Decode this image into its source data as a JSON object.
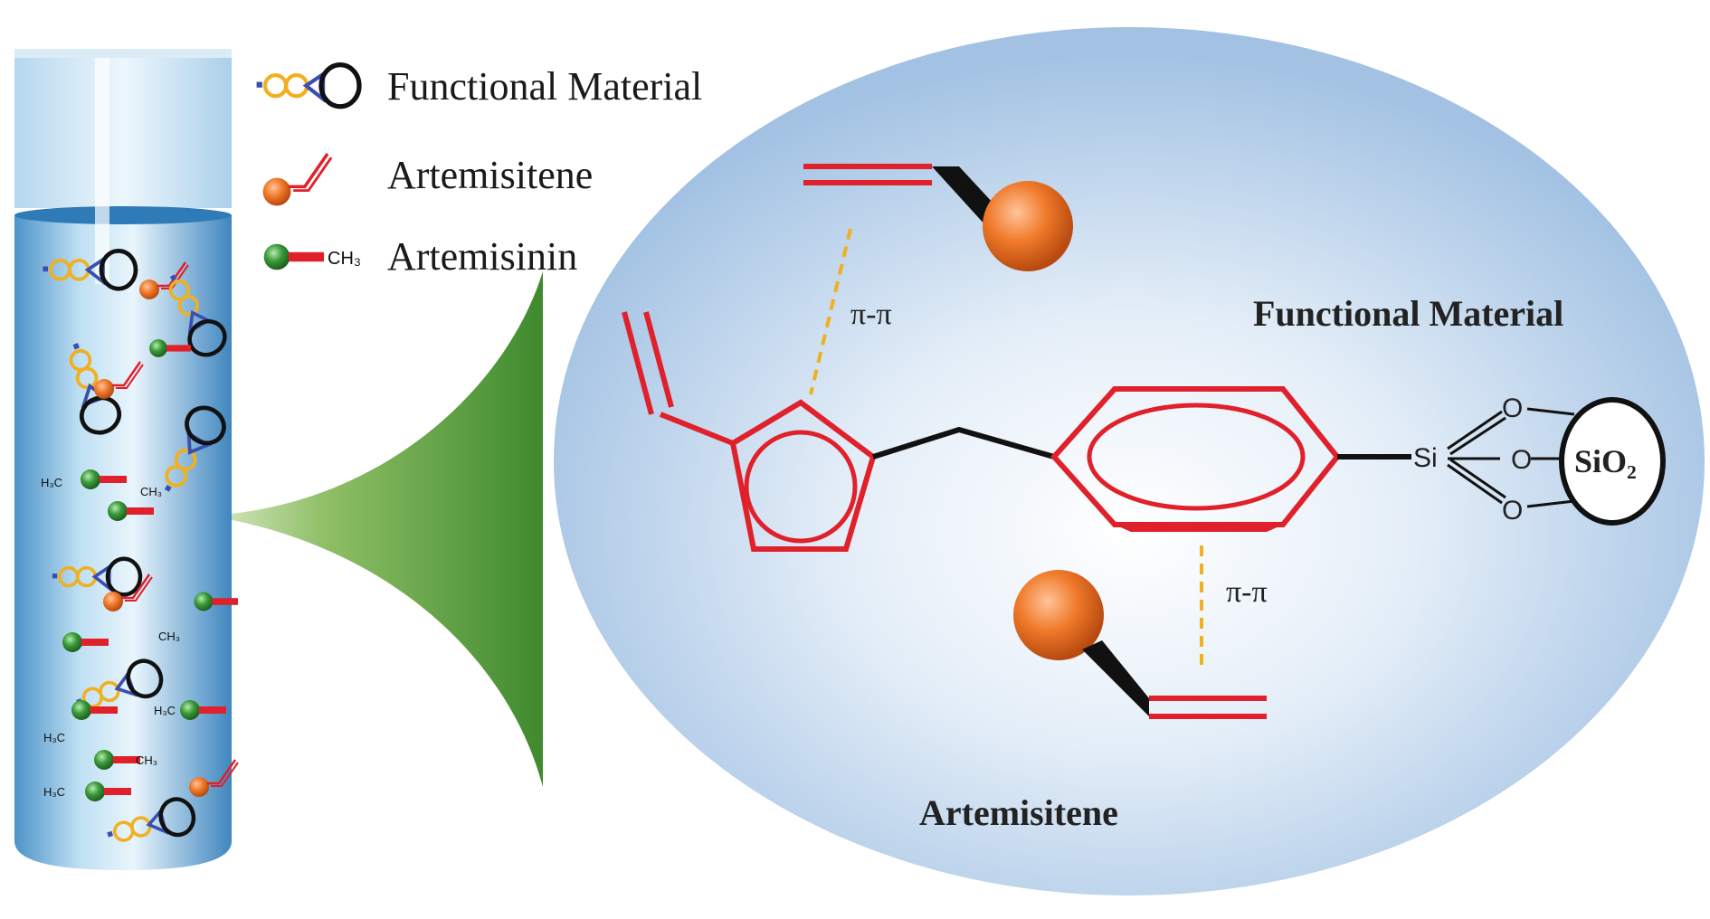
{
  "legend": {
    "functional_material": "Functional Material",
    "artemisitene": "Artemisitene",
    "artemisinin": "Artemisinin",
    "ch3": "CH₃"
  },
  "labels": {
    "functional_material": "Functional Material",
    "artemisitene": "Artemisitene",
    "pi_pi_top": "π-π",
    "pi_pi_bottom": "π-π",
    "si": "Si",
    "o1": "O",
    "o2": "O",
    "o3": "O",
    "sio2": "SiO₂"
  },
  "tube": {
    "h3c": "H₃C",
    "ch3": "CH₃"
  },
  "colors": {
    "orange_ball": "#f07a2a",
    "green_ball": "#3a9a3a",
    "red_bond": "#e0202a",
    "blue_ring": "#3a4fb0",
    "gold_ring": "#f0b020",
    "ellipse_blue": "#a9c6e6",
    "cone_green": "#5a9a3a"
  }
}
